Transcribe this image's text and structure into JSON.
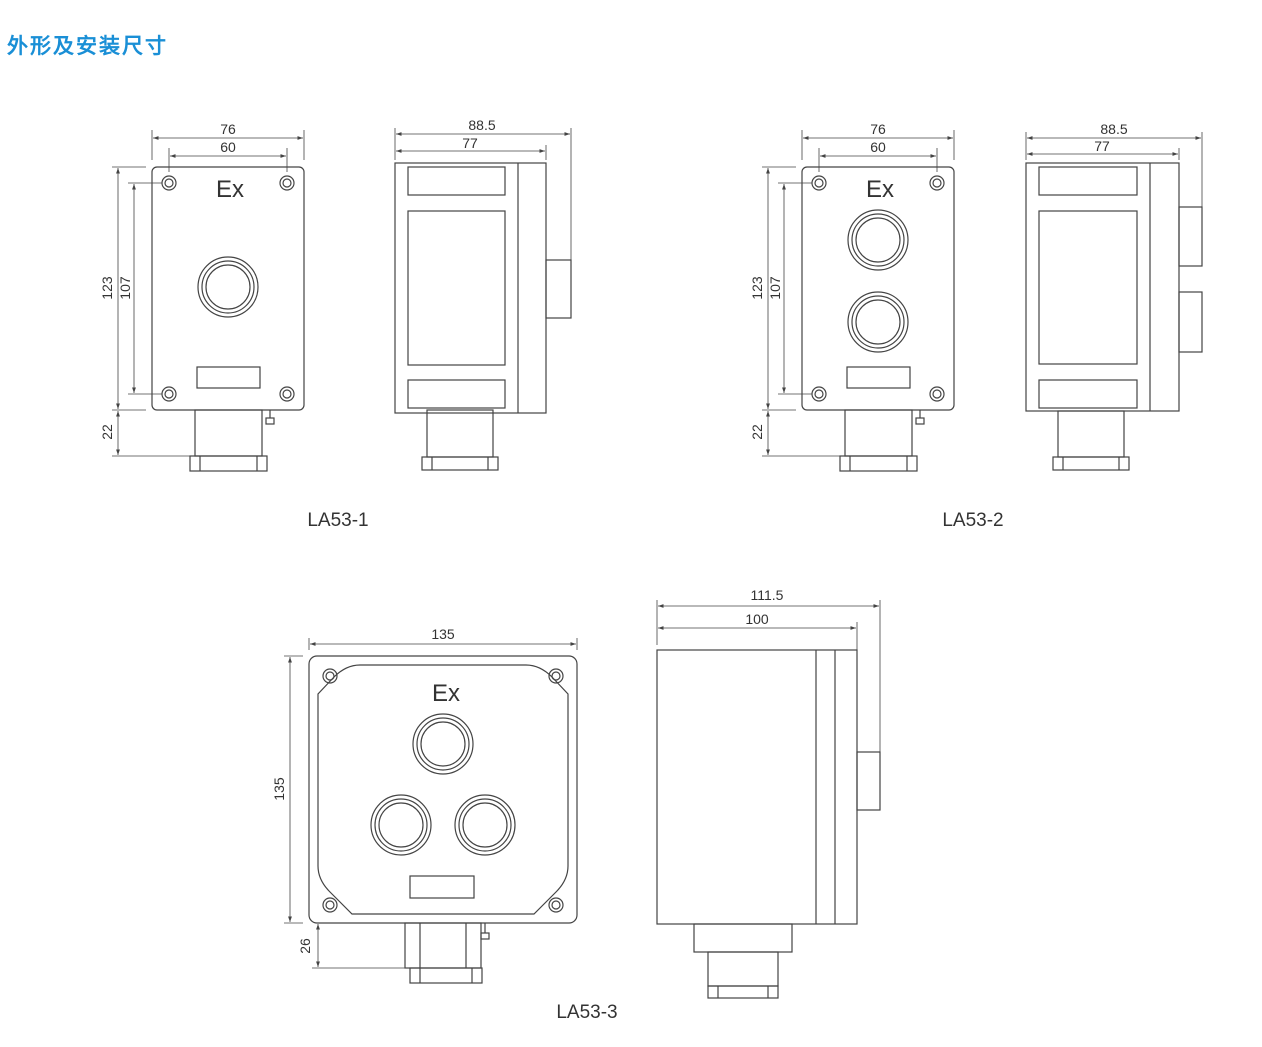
{
  "title": "外形及安装尺寸",
  "mark": "Ex",
  "accent_color": "#1a8fd6",
  "line_color": "#444444",
  "models": [
    {
      "name": "LA53-1",
      "front": {
        "width_outer": "76",
        "width_inner": "60",
        "height_outer": "123",
        "height_inner": "107",
        "bottom": "22"
      },
      "side": {
        "depth_outer": "88.5",
        "depth_inner": "77"
      }
    },
    {
      "name": "LA53-2",
      "front": {
        "width_outer": "76",
        "width_inner": "60",
        "height_outer": "123",
        "height_inner": "107",
        "bottom": "22"
      },
      "side": {
        "depth_outer": "88.5",
        "depth_inner": "77"
      }
    },
    {
      "name": "LA53-3",
      "front": {
        "width": "135",
        "height": "135",
        "bottom": "26"
      },
      "side": {
        "depth_outer": "111.5",
        "depth_inner": "100"
      }
    }
  ]
}
